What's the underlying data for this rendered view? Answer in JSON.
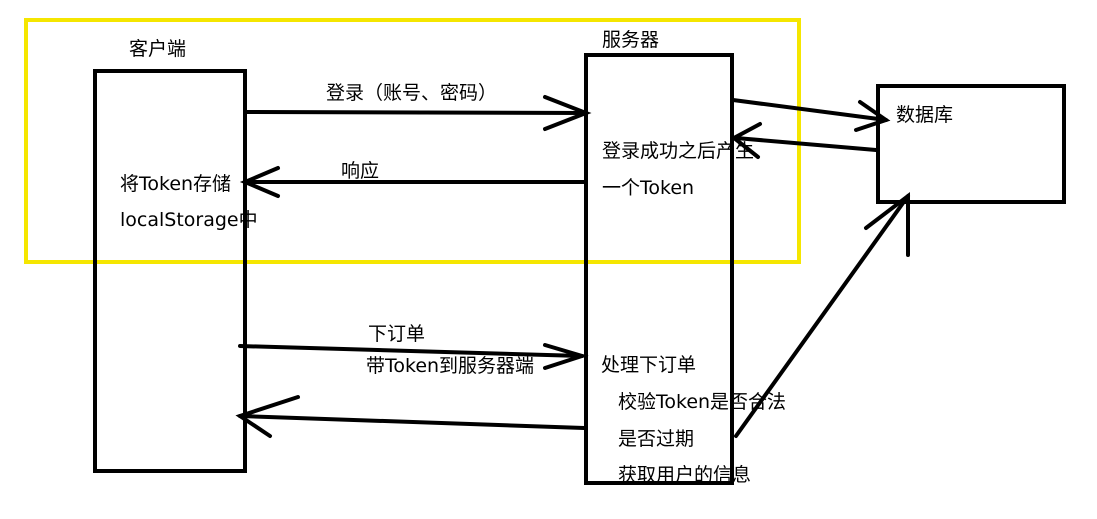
{
  "diagram": {
    "client_title": "客户端",
    "server_title": "服务器",
    "database_title": "数据库",
    "login_request": "登录（账号、密码）",
    "response": "响应",
    "login_success_line1": "登录成功之后产生",
    "login_success_line2": "一个Token",
    "client_store_line1": "将Token存储",
    "client_store_line2": "localStorage中",
    "order_request_line1": "下订单",
    "order_request_line2": "带Token到服务器端",
    "process_line1": "处理下订单",
    "process_line2": "校验Token是否合法",
    "process_line3": "是否过期",
    "process_line4": "获取用户的信息"
  },
  "colors": {
    "highlight": "#f5e600",
    "stroke": "#000000"
  }
}
